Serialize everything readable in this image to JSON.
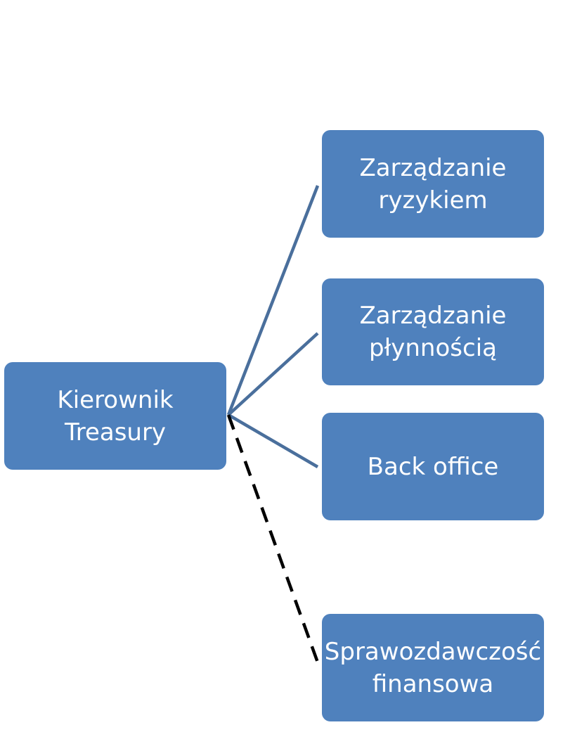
{
  "diagram": {
    "root": {
      "lines": [
        "Kierownik",
        "Treasury"
      ]
    },
    "children": [
      {
        "lines": [
          "Zarządzanie",
          "ryzykiem"
        ],
        "connector": "solid"
      },
      {
        "lines": [
          "Zarządzanie",
          "płynnością"
        ],
        "connector": "solid"
      },
      {
        "lines": [
          "Back office"
        ],
        "connector": "solid"
      },
      {
        "lines": [
          "Sprawozdawczość",
          "finansowa"
        ],
        "connector": "dashed"
      }
    ],
    "colors": {
      "node_fill": "#4f81bd",
      "node_text": "#ffffff",
      "solid_connector": "#4a6f9c",
      "dashed_connector": "#000000"
    }
  }
}
